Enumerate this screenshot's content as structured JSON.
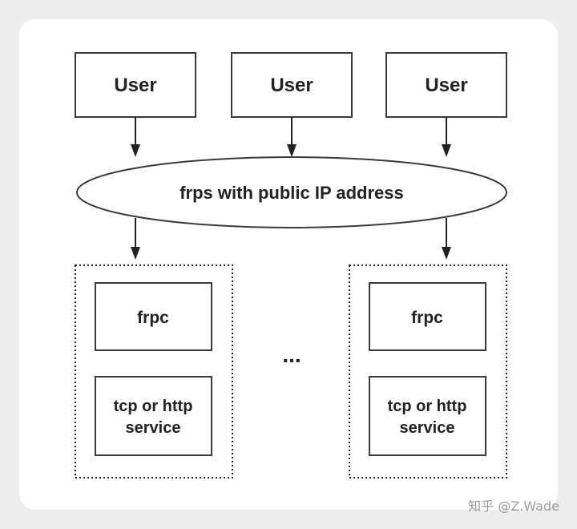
{
  "diagram": {
    "users": [
      "User",
      "User",
      "User"
    ],
    "server_label": "frps with public IP address",
    "clients": [
      {
        "client_label": "frpc",
        "service_label_line1": "tcp or http",
        "service_label_line2": "service"
      },
      {
        "client_label": "frpc",
        "service_label_line1": "tcp or http",
        "service_label_line2": "service"
      }
    ],
    "ellipsis": "..."
  },
  "watermark": "知乎 @Z.Wade",
  "colors": {
    "background": "#ededed",
    "card": "#ffffff",
    "stroke": "#3a3a3a"
  }
}
